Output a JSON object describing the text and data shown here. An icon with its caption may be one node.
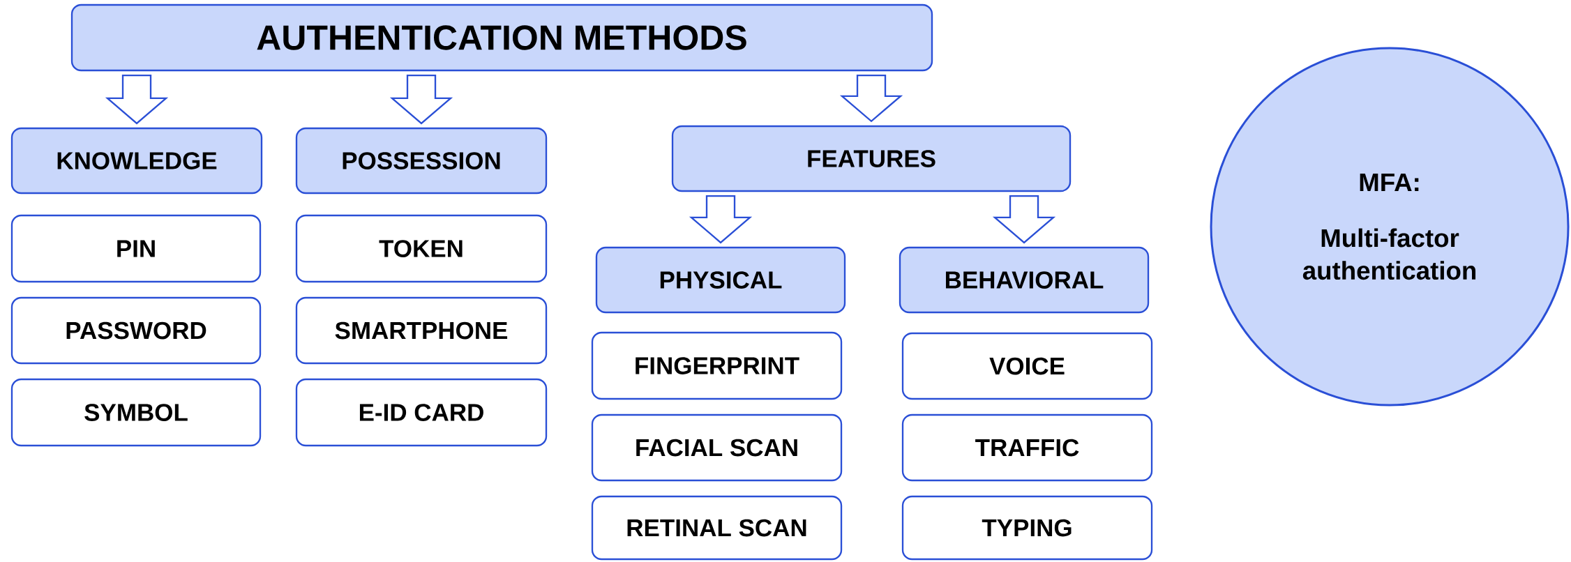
{
  "diagram": {
    "nodes": [
      {
        "text": [
          "AUTHENTICATION METHODS"
        ]
      },
      {
        "text": [
          "KNOWLEDGE"
        ]
      },
      {
        "text": [
          "POSSESSION"
        ]
      },
      {
        "text": [
          "FEATURES"
        ]
      },
      {
        "text": [
          "PIN"
        ]
      },
      {
        "text": [
          "PASSWORD"
        ]
      },
      {
        "text": [
          "SYMBOL"
        ]
      },
      {
        "text": [
          "TOKEN"
        ]
      },
      {
        "text": [
          "SMARTPHONE"
        ]
      },
      {
        "text": [
          "E-ID CARD"
        ]
      },
      {
        "text": [
          "PHYSICAL"
        ]
      },
      {
        "text": [
          "BEHAVIORAL"
        ]
      },
      {
        "text": [
          "FINGERPRINT"
        ]
      },
      {
        "text": [
          "FACIAL SCAN"
        ]
      },
      {
        "text": [
          "RETINAL SCAN"
        ]
      },
      {
        "text": [
          "VOICE"
        ]
      },
      {
        "text": [
          "TRAFFIC"
        ]
      },
      {
        "text": [
          "TYPING"
        ]
      },
      {
        "text": [
          "MFA:",
          "Multi-factor authentication"
        ]
      }
    ],
    "edges": [
      {
        "from": 0,
        "to": 1,
        "arrow": "to"
      },
      {
        "from": 0,
        "to": 2,
        "arrow": "to"
      },
      {
        "from": 0,
        "to": 3,
        "arrow": "to"
      },
      {
        "from": 3,
        "to": 10,
        "arrow": "to"
      },
      {
        "from": 3,
        "to": 11,
        "arrow": "to"
      }
    ]
  }
}
